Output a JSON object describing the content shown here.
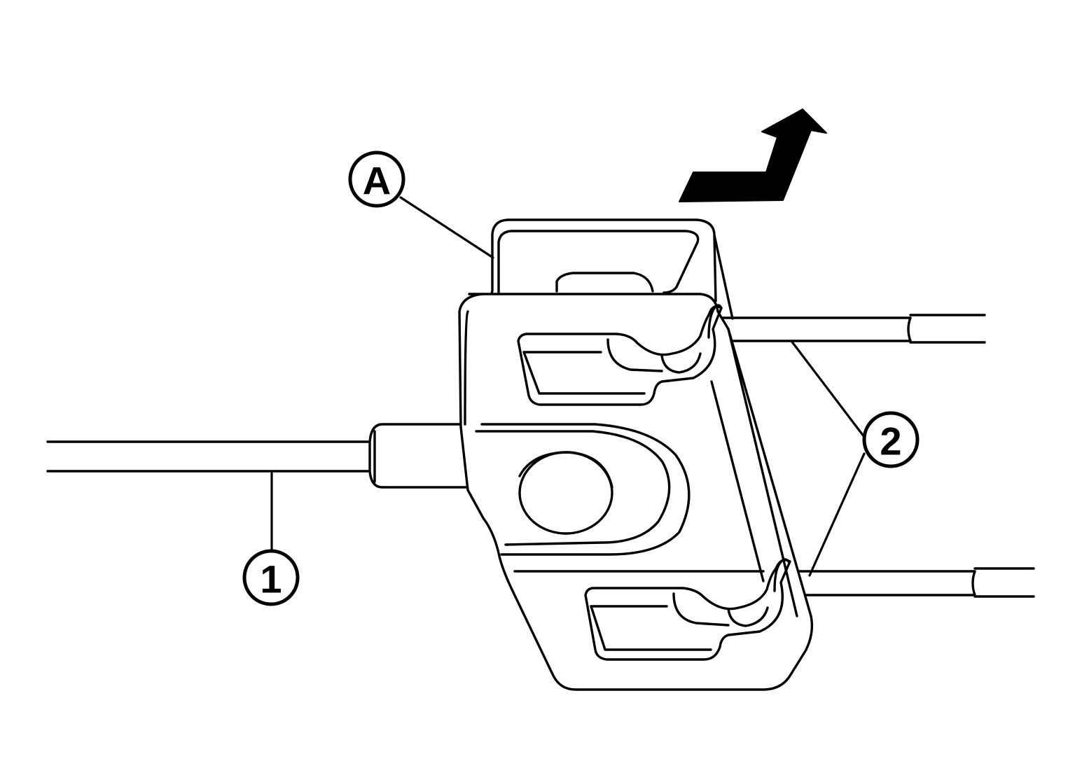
{
  "callouts": {
    "a": "A",
    "one": "1",
    "two": "2"
  },
  "colors": {
    "ink": "#000000",
    "paper": "#ffffff"
  },
  "icons": {
    "direction": "pull-direction-arrow-icon"
  }
}
